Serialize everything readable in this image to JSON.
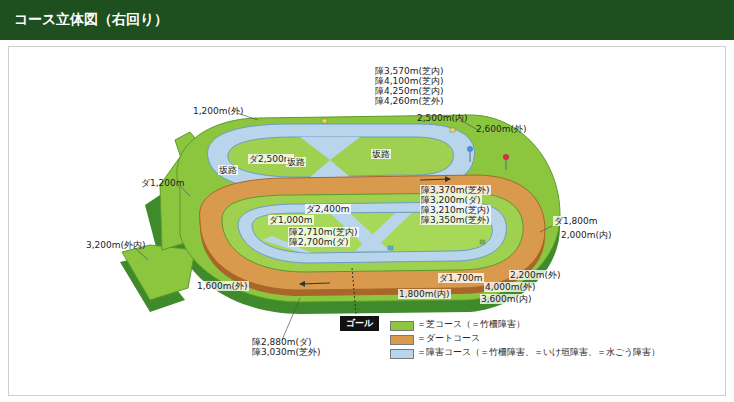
{
  "diagram": {
    "title": "コース立体図（右回り）",
    "nodes": [
      {
        "text": [
          "ゴール"
        ]
      }
    ],
    "labels": [
      "障3,570m(芝内)",
      "障4,100m(芝内)",
      "障4,250m(芝内)",
      "障4,260m(芝外)",
      "1,200m(外)",
      "2,500m(内)",
      "2,600m(外)",
      "坂路",
      "ダ2,500m",
      "坂路",
      "坂路",
      "ダ1,200m",
      "ダ2,400m",
      "ダ1,000m",
      "障2,710m(芝内)",
      "障2,700m(ダ)",
      "障3,370m(芝外)",
      "障3,200m(ダ)",
      "障3,210m(芝内)",
      "障3,350m(芝外)",
      "ダ1,800m",
      "2,000m(内)",
      "3,200m(外内)",
      "2,200m(外)",
      "ダ1,700m",
      "4,000m(外)",
      "3,600m(内)",
      "1,600m(外)",
      "1,800m(内)",
      "障2,880m(ダ)",
      "障3,030m(芝外)"
    ],
    "legend": [
      {
        "text": "＝芝コース（＝竹柵障害）",
        "color": "#8cc63f"
      },
      {
        "text": "＝ダートコース",
        "color": "#d99a4e"
      },
      {
        "text": "＝障害コース（＝竹柵障害、＝いけ垣障害、＝水ごう障害）",
        "color": "#b9d5ec"
      }
    ]
  }
}
